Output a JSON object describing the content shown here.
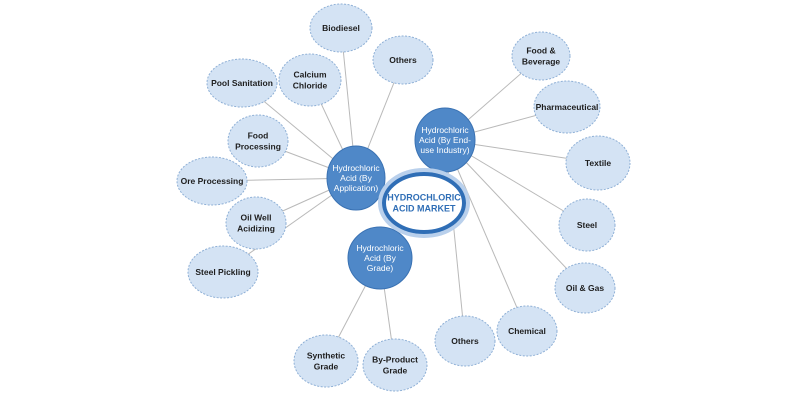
{
  "center": {
    "lines": [
      "HYDROCHLORIC",
      "ACID MARKET"
    ]
  },
  "hubs": [
    {
      "id": "application",
      "lines": [
        "Hydrochloric",
        "Acid (By",
        "Application)"
      ]
    },
    {
      "id": "end_use",
      "lines": [
        "Hydrochloric",
        "Acid (By End-",
        "use Industry)"
      ]
    },
    {
      "id": "grade",
      "lines": [
        "Hydrochloric",
        "Acid (By",
        "Grade)"
      ]
    }
  ],
  "leaves": [
    {
      "hub": "application",
      "lines": [
        "Biodiesel"
      ]
    },
    {
      "hub": "application",
      "lines": [
        "Others"
      ]
    },
    {
      "hub": "application",
      "lines": [
        "Calcium",
        "Chloride"
      ]
    },
    {
      "hub": "application",
      "lines": [
        "Pool Sanitation"
      ]
    },
    {
      "hub": "application",
      "lines": [
        "Food",
        "Processing"
      ]
    },
    {
      "hub": "application",
      "lines": [
        "Ore Processing"
      ]
    },
    {
      "hub": "application",
      "lines": [
        "Oil Well",
        "Acidizing"
      ]
    },
    {
      "hub": "application",
      "lines": [
        "Steel Pickling"
      ]
    },
    {
      "hub": "end_use",
      "lines": [
        "Food &",
        "Beverage"
      ]
    },
    {
      "hub": "end_use",
      "lines": [
        "Pharmaceutical"
      ]
    },
    {
      "hub": "end_use",
      "lines": [
        "Textile"
      ]
    },
    {
      "hub": "end_use",
      "lines": [
        "Steel"
      ]
    },
    {
      "hub": "end_use",
      "lines": [
        "Oil & Gas"
      ]
    },
    {
      "hub": "end_use",
      "lines": [
        "Chemical"
      ]
    },
    {
      "hub": "end_use",
      "lines": [
        "Others"
      ]
    },
    {
      "hub": "grade",
      "lines": [
        "Synthetic",
        "Grade"
      ]
    },
    {
      "hub": "grade",
      "lines": [
        "By-Product",
        "Grade"
      ]
    }
  ]
}
